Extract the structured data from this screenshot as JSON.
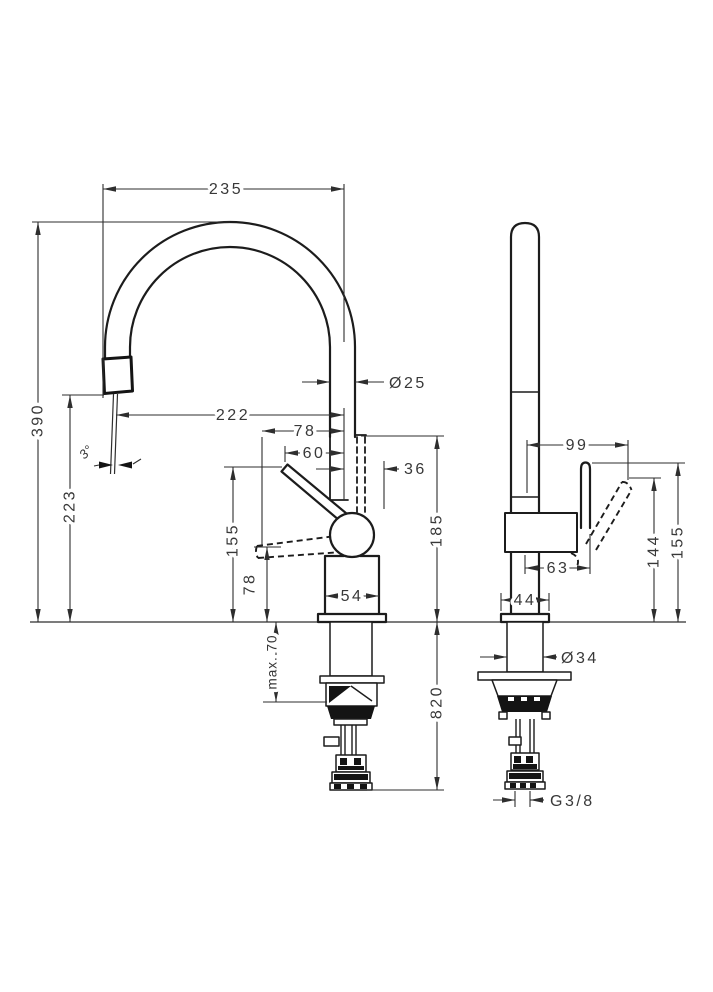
{
  "title": "Kitchen mixer tap technical dimension drawing, front and side views",
  "front_view": {
    "spout_span": "235",
    "overall_height": "390",
    "spout_outlet_height": "223",
    "stream_angle": "3°",
    "spout_reach": "222",
    "spout_pipe_diameter": "Ø25",
    "handle_down_offset": "78",
    "handle_up_offset": "60",
    "handle_rear_clearance": "36",
    "body_height_above_counter": "185",
    "handle_up_height": "155",
    "handle_down_height": "78",
    "body_width": "54",
    "max_counter_thickness": "max. 70",
    "hose_length_below_counter": "820"
  },
  "side_view": {
    "handle_reach": "99",
    "handle_tip_low_height": "144",
    "handle_tip_up_height": "155",
    "handle_offset": "63",
    "base_plate_width": "44",
    "escutcheon_diameter": "Ø34",
    "hose_connection_thread": "G3/8"
  }
}
